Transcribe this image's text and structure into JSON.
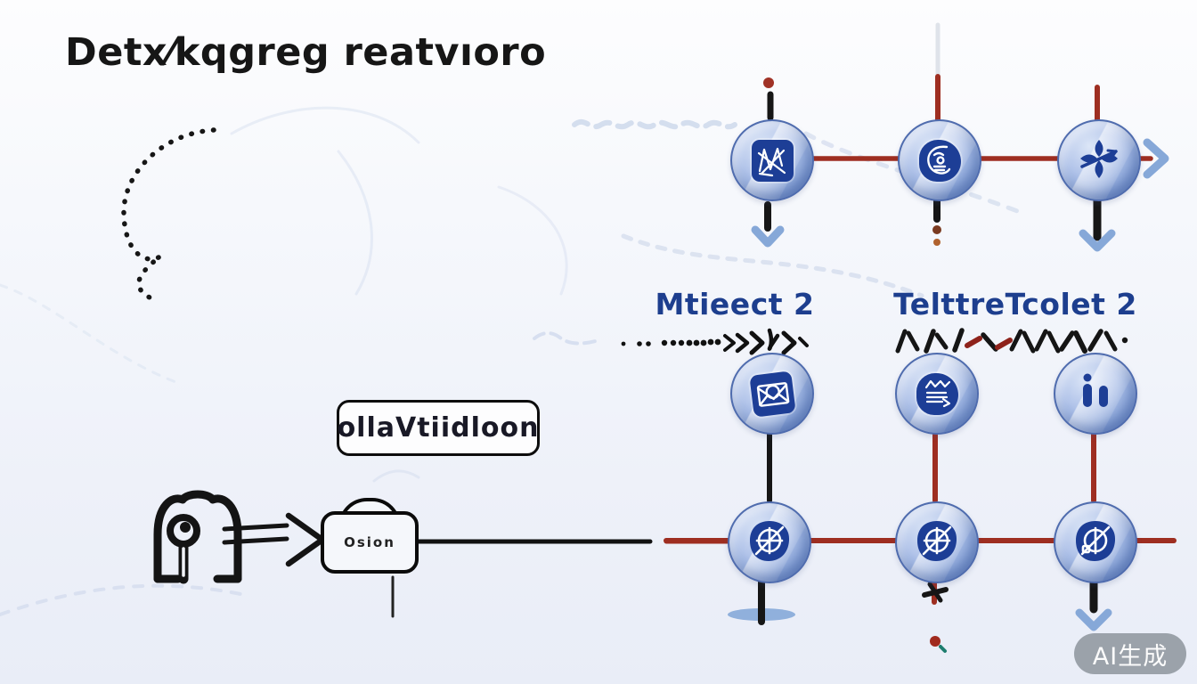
{
  "title": "Detx⁄kqgreg reatvıoro",
  "labels": {
    "left_column": "Mtieect 2",
    "right_column": "TelttreTcolet 2"
  },
  "boxes": {
    "validation": "ollaVtiidloon",
    "source": "Osion"
  },
  "watermark": "AI生成",
  "colors": {
    "connector_red": "#9e2e21",
    "connector_black": "#161616",
    "node_navy": "#1d3e96",
    "label_blue": "#1d3e8e",
    "sphere_blue": "#a9bde4",
    "chevron_blue": "#86a8d8"
  },
  "nodes": [
    {
      "id": "node-1-1",
      "icon": "scribble-chart-icon"
    },
    {
      "id": "node-1-2",
      "icon": "face-glyph-icon"
    },
    {
      "id": "node-1-3",
      "icon": "propeller-icon"
    },
    {
      "id": "node-2-1",
      "icon": "mail-icon"
    },
    {
      "id": "node-2-2",
      "icon": "document-stack-icon"
    },
    {
      "id": "node-2-3",
      "icon": "pause-icon"
    },
    {
      "id": "node-3-1",
      "icon": "globe-icon"
    },
    {
      "id": "node-3-2",
      "icon": "globe-icon"
    },
    {
      "id": "node-3-3",
      "icon": "globe-icon"
    }
  ]
}
